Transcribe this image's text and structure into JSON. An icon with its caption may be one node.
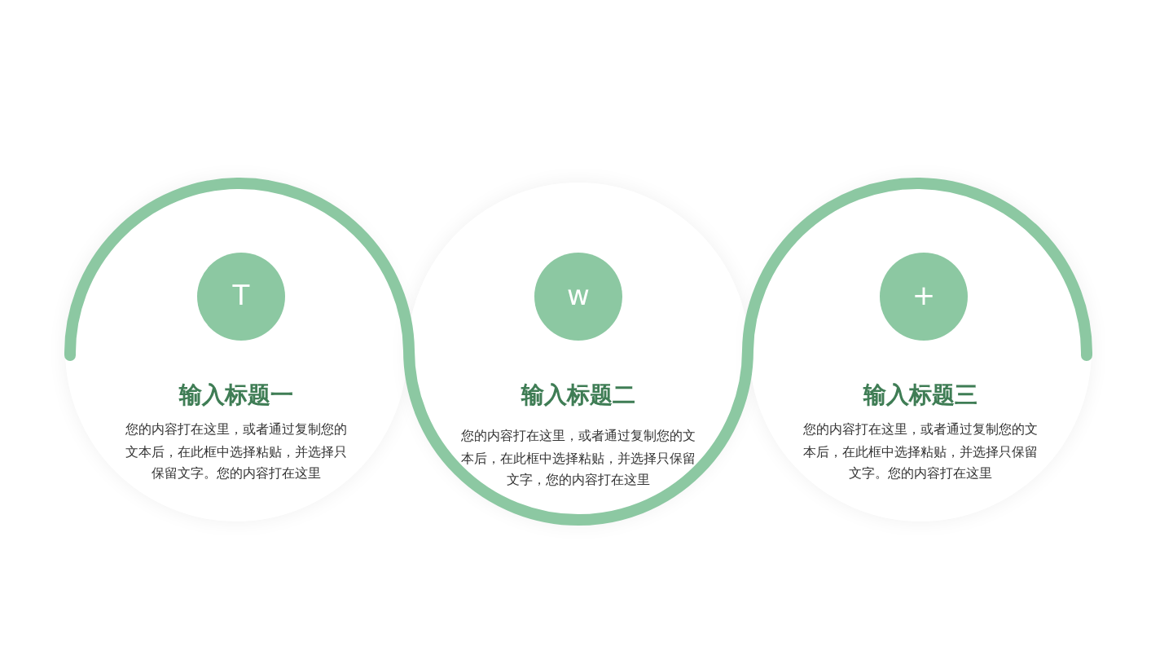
{
  "diagram": {
    "nodes": [
      {
        "text": [
          "输入标题一",
          "您的内容打在这里，或者通过复制您的文本后，在此框中选择粘贴，并选择只保留文字。您的内容打在这里"
        ]
      },
      {
        "text": [
          "T"
        ],
        "in": 0
      },
      {
        "text": [
          "输入标题二",
          "您的内容打在这里，或者通过复制您的文本后，在此框中选择粘贴，并选择只保留文字，您的内容打在这里"
        ]
      },
      {
        "text": [
          "w"
        ],
        "in": 2
      },
      {
        "text": [
          "输入标题三",
          "您的内容打在这里，或者通过复制您的文本后，在此框中选择粘贴，并选择只保留文字。您的内容打在这里"
        ]
      },
      {
        "text": [
          "+"
        ],
        "in": 4
      }
    ]
  }
}
